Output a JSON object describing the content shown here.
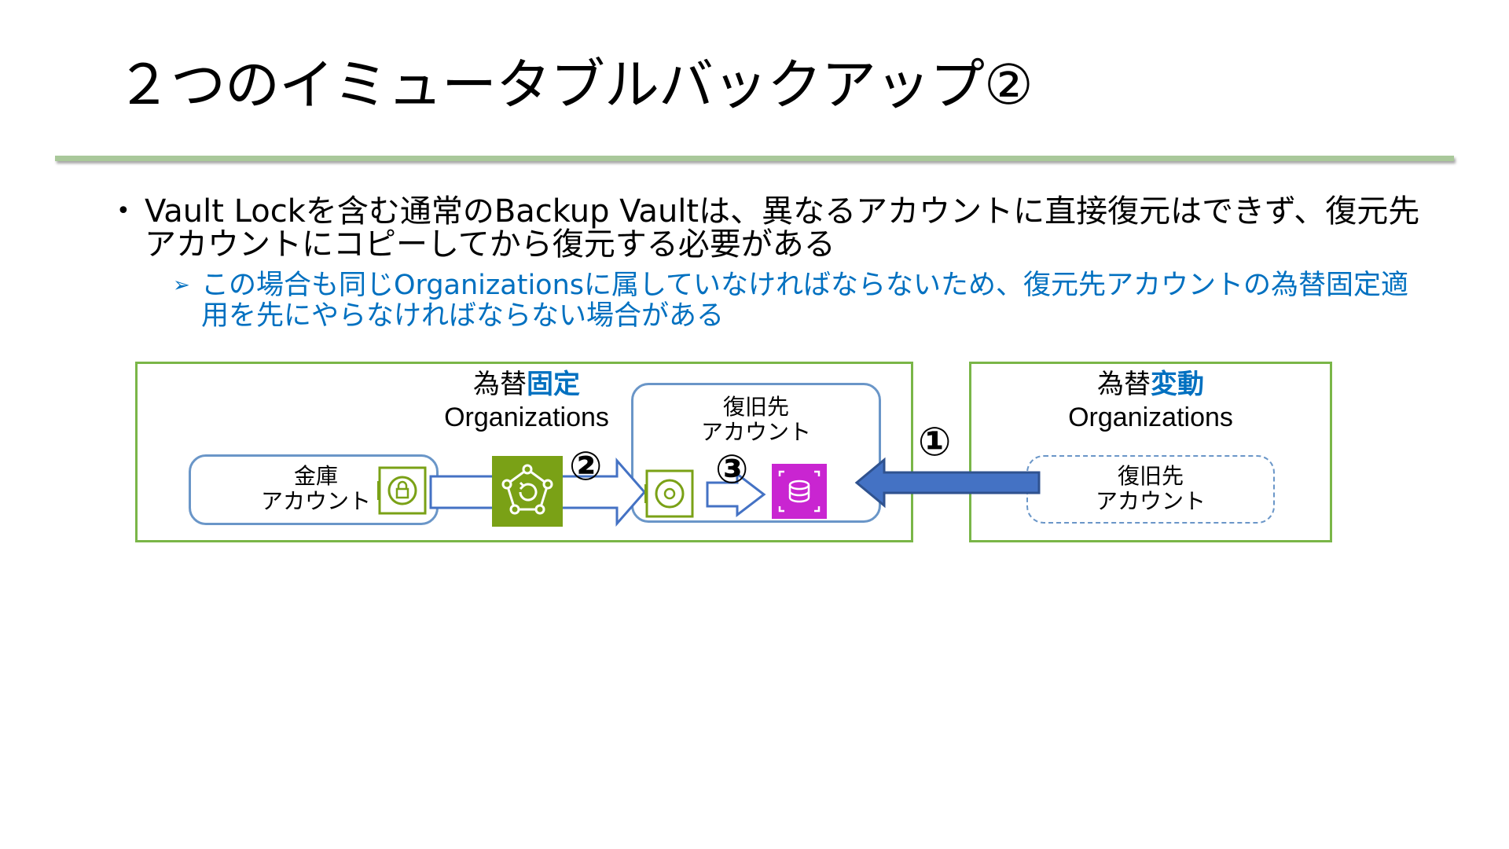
{
  "slide": {
    "title": "２つのイミュータブルバックアップ②",
    "bullet_main": "Vault Lockを含む通常のBackup Vaultは、異なるアカウントに直接復元はできず、復元先アカウントにコピーしてから復元する必要がある",
    "bullet_sub": "この場合も同じOrganizationsに属していなければならないため、復元先アカウントの為替固定適用を先にやらなければならない場合がある"
  },
  "diagram": {
    "left_org": {
      "title_prefix": "為替",
      "title_highlight": "固定",
      "title_line2": "Organizations"
    },
    "right_org": {
      "title_prefix": "為替",
      "title_highlight": "変動",
      "title_line2": "Organizations"
    },
    "vault_account": {
      "line1": "金庫",
      "line2": "アカウント"
    },
    "restore_account_left": {
      "line1": "復旧先",
      "line2": "アカウント"
    },
    "restore_account_right": {
      "line1": "復旧先",
      "line2": "アカウント"
    },
    "steps": {
      "step1": "①",
      "step2": "②",
      "step3": "③"
    },
    "colors": {
      "org_border": "#7ab648",
      "account_border": "#6a96c8",
      "highlight": "#0070c0",
      "backup_icon": "#7aa116",
      "database_icon": "#c925d1",
      "move_arrow": "#4472c4"
    },
    "icons": [
      "backup-vault-lock-icon",
      "organizations-icon",
      "backup-vault-icon",
      "rds-database-icon"
    ]
  }
}
